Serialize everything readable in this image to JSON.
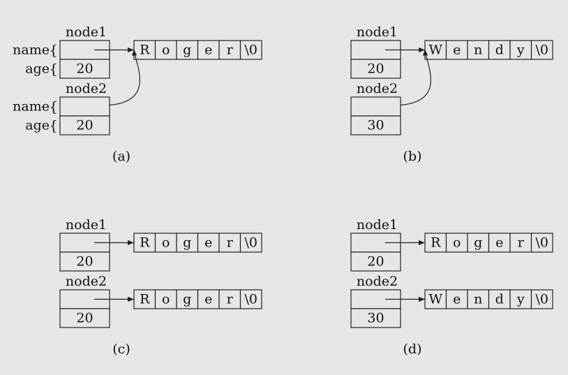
{
  "panels": [
    {
      "caption": "(a)",
      "show_field_labels": true,
      "nodes": [
        {
          "label": "node1",
          "age": "20",
          "points_to": 0
        },
        {
          "label": "node2",
          "age": "20",
          "points_to": 0
        }
      ],
      "strings": [
        {
          "chars": [
            "R",
            "o",
            "g",
            "e",
            "r",
            "\\0"
          ]
        }
      ]
    },
    {
      "caption": "(b)",
      "show_field_labels": false,
      "nodes": [
        {
          "label": "node1",
          "age": "20",
          "points_to": 0
        },
        {
          "label": "node2",
          "age": "30",
          "points_to": 0
        }
      ],
      "strings": [
        {
          "chars": [
            "W",
            "e",
            "n",
            "d",
            "y",
            "\\0"
          ]
        }
      ]
    },
    {
      "caption": "(c)",
      "show_field_labels": false,
      "nodes": [
        {
          "label": "node1",
          "age": "20",
          "points_to": 0
        },
        {
          "label": "node2",
          "age": "20",
          "points_to": 1
        }
      ],
      "strings": [
        {
          "chars": [
            "R",
            "o",
            "g",
            "e",
            "r",
            "\\0"
          ]
        },
        {
          "chars": [
            "R",
            "o",
            "g",
            "e",
            "r",
            "\\0"
          ]
        }
      ]
    },
    {
      "caption": "(d)",
      "show_field_labels": false,
      "nodes": [
        {
          "label": "node1",
          "age": "20",
          "points_to": 0
        },
        {
          "label": "node2",
          "age": "30",
          "points_to": 1
        }
      ],
      "strings": [
        {
          "chars": [
            "R",
            "o",
            "g",
            "e",
            "r",
            "\\0"
          ]
        },
        {
          "chars": [
            "W",
            "e",
            "n",
            "d",
            "y",
            "\\0"
          ]
        }
      ]
    }
  ],
  "field_labels": {
    "name": "name",
    "age": "age"
  },
  "colors": {
    "background": "#e5e6e8",
    "cell_fill": "#e5e6e8",
    "stroke": "#222222"
  }
}
